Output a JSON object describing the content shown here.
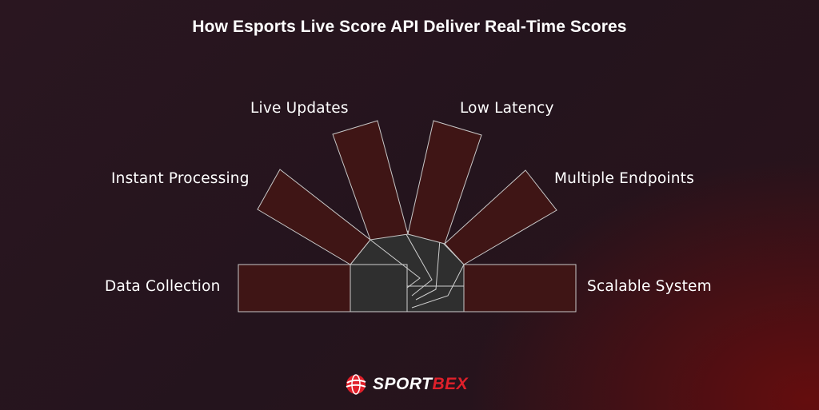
{
  "title": "How Esports Live Score API Deliver Real-Time Scores",
  "labels": {
    "data_collection": "Data Collection",
    "instant_processing": "Instant Processing",
    "live_updates": "Live Updates",
    "low_latency": "Low Latency",
    "multiple_endpoints": "Multiple Endpoints",
    "scalable_system": "Scalable System"
  },
  "logo": {
    "main": "SPORT",
    "accent": "BEX",
    "icon": "sportbex-ball-icon"
  },
  "colors": {
    "bar_fill": "#3f1515",
    "center_fill": "#2f2f2f",
    "outline": "#c8c8c8",
    "brand_red": "#e0202a"
  }
}
